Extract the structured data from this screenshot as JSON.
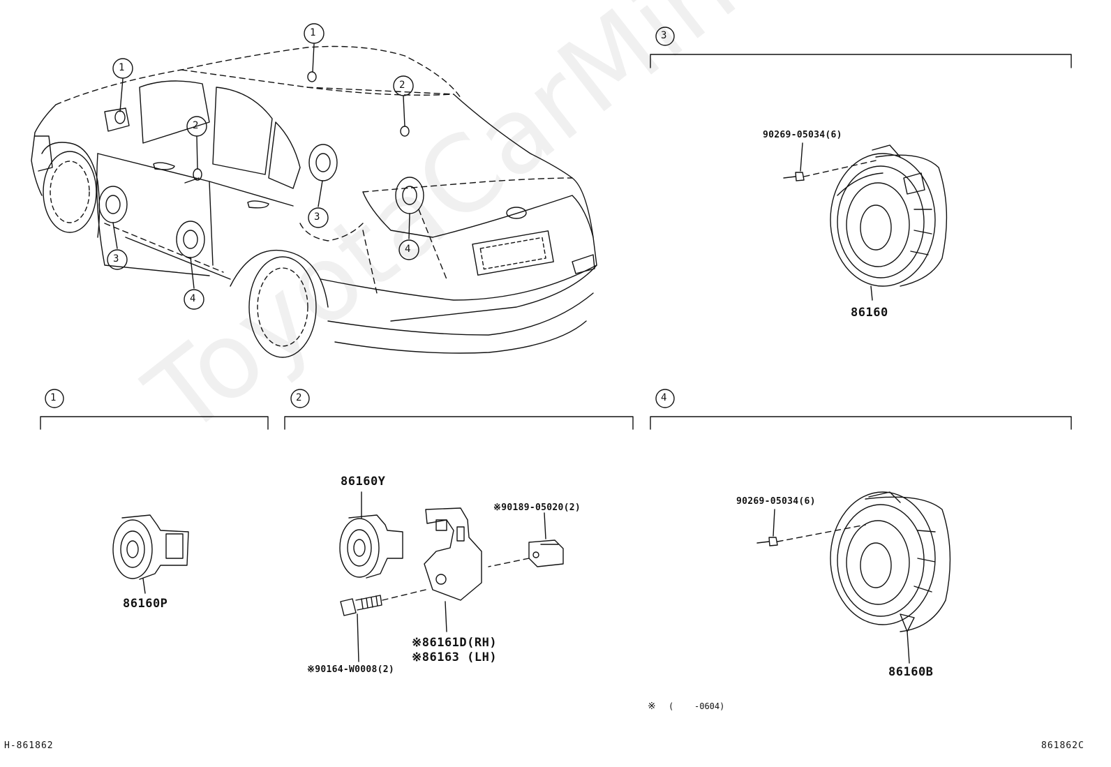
{
  "watermark": "ToyotaCarMine.ru",
  "callouts": {
    "c1": "1",
    "c2": "2",
    "c3": "3",
    "c4": "4"
  },
  "section1": {
    "part": "86160P"
  },
  "section2": {
    "part_speaker": "86160Y",
    "part_clip": "※90189-05020(2)",
    "part_bracket_rh": "※86161D(RH)",
    "part_bracket_lh": "※86163 (LH)",
    "part_bolt": "※90164-W0008(2)"
  },
  "section3": {
    "part_screw": "90269-05034(6)",
    "part_speaker": "86160"
  },
  "section4": {
    "part_screw": "90269-05034(6)",
    "part_speaker": "86160B"
  },
  "note": {
    "mark": "※",
    "paren_open": "(",
    "range": "-0604)"
  },
  "footer": {
    "left": "H-861862",
    "right": "861862C"
  }
}
